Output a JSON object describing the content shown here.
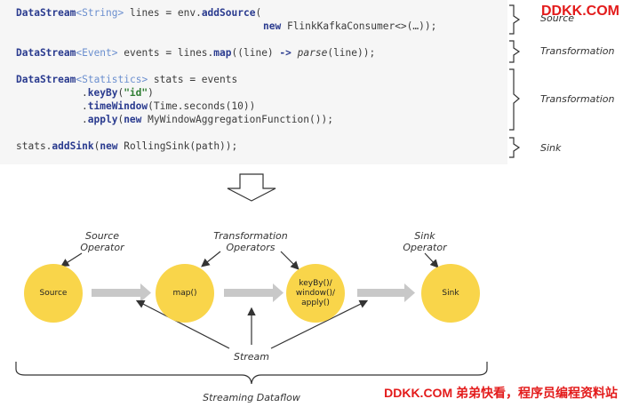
{
  "watermark": {
    "top": "DDKK.COM",
    "bottom": "DDKK.COM 弟弟快看，程序员编程资料站"
  },
  "code": {
    "line1": {
      "kw1": "DataStream",
      "ty1": "<String>",
      "rest1": " lines = env.",
      "kw2": "addSource",
      "rest2": "("
    },
    "line2": {
      "kw": "new",
      "rest": " FlinkKafkaConsumer<>(…));"
    },
    "line3": {
      "kw1": "DataStream",
      "ty1": "<Event>",
      "rest1": " events = lines.",
      "kw2": "map",
      "rest2": "((line) ",
      "arrow": "->",
      "parse": "parse",
      "rest3": "(line));"
    },
    "line4": {
      "kw1": "DataStream",
      "ty1": "<Statistics>",
      "rest1": " stats = events"
    },
    "line5": {
      "dot": ".",
      "kw": "keyBy",
      "paren1": "(",
      "str": "\"id\"",
      "paren2": ")"
    },
    "line6": {
      "dot": ".",
      "kw": "timeWindow",
      "rest": "(Time.seconds(10))"
    },
    "line7": {
      "dot": ".",
      "kw": "apply",
      "paren": "(",
      "kw2": "new",
      "rest": " MyWindowAggregationFunction());"
    },
    "line8": {
      "pre": "stats.",
      "kw": "addSink",
      "paren": "(",
      "kw2": "new",
      "rest": " RollingSink(path));"
    }
  },
  "brace_labels": {
    "source": "Source",
    "transformation1": "Transformation",
    "transformation2": "Transformation",
    "sink": "Sink"
  },
  "diagram": {
    "source_operator_label": [
      "Source",
      "Operator"
    ],
    "transformation_operators_label": [
      "Transformation",
      "Operators"
    ],
    "sink_operator_label": [
      "Sink",
      "Operator"
    ],
    "nodes": {
      "source": "Source",
      "map": "map()",
      "keyby": [
        "keyBy()/",
        "window()/",
        "apply()"
      ],
      "sink": "Sink"
    },
    "stream_label": "Stream",
    "dataflow_label": "Streaming Dataflow"
  },
  "colors": {
    "node_fill": "#f9d54a",
    "arrow_gray": "#c8c8c8",
    "watermark_red": "#e31b1b"
  }
}
